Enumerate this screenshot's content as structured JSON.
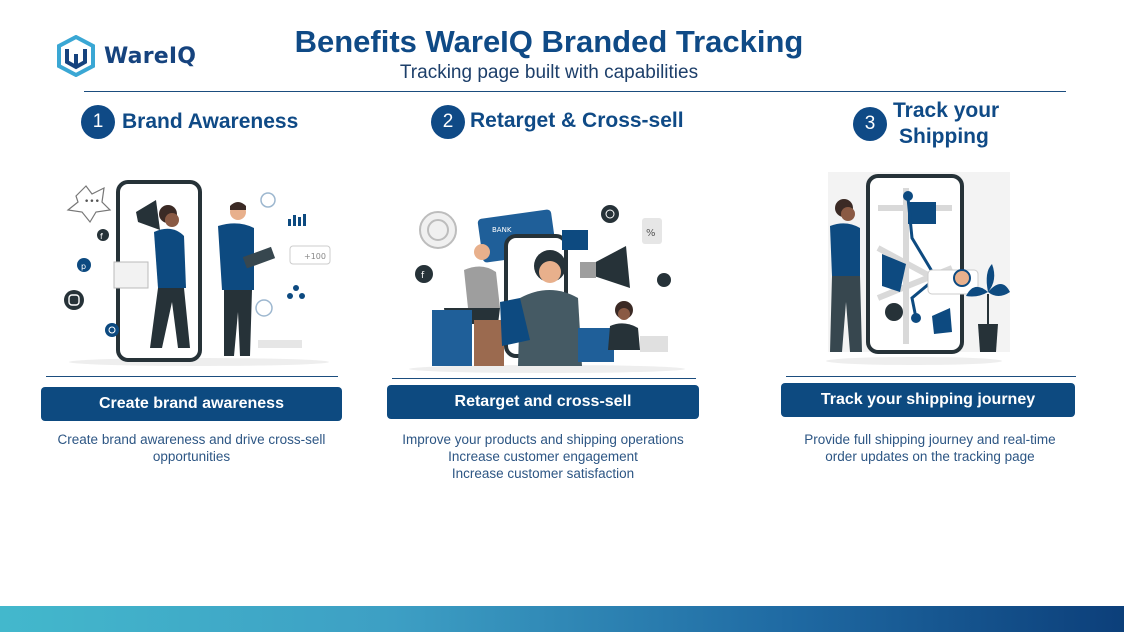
{
  "brand": {
    "logo_text": "WareIQ"
  },
  "header": {
    "title": "Benefits WareIQ Branded Tracking",
    "subtitle": "Tracking page built with capabilities"
  },
  "columns": [
    {
      "number": "1",
      "heading_lines": [
        "Brand Awareness"
      ],
      "button": "Create brand awareness",
      "description": [
        "Create brand awareness and drive cross-sell",
        "opportunities"
      ]
    },
    {
      "number": "2",
      "heading_lines": [
        "Retarget & Cross-sell"
      ],
      "button": "Retarget and cross-sell",
      "description": [
        "Improve your products and shipping operations",
        "Increase customer engagement",
        "Increase customer satisfaction"
      ]
    },
    {
      "number": "3",
      "heading_lines": [
        "Track your",
        "Shipping"
      ],
      "button": "Track your shipping journey",
      "description": [
        "Provide full shipping journey and real-time",
        "order updates on the tracking page"
      ]
    }
  ],
  "colors": {
    "primary": "#0f4a86",
    "button": "#0d4a80",
    "accent_cyan": "#43b8cc"
  }
}
